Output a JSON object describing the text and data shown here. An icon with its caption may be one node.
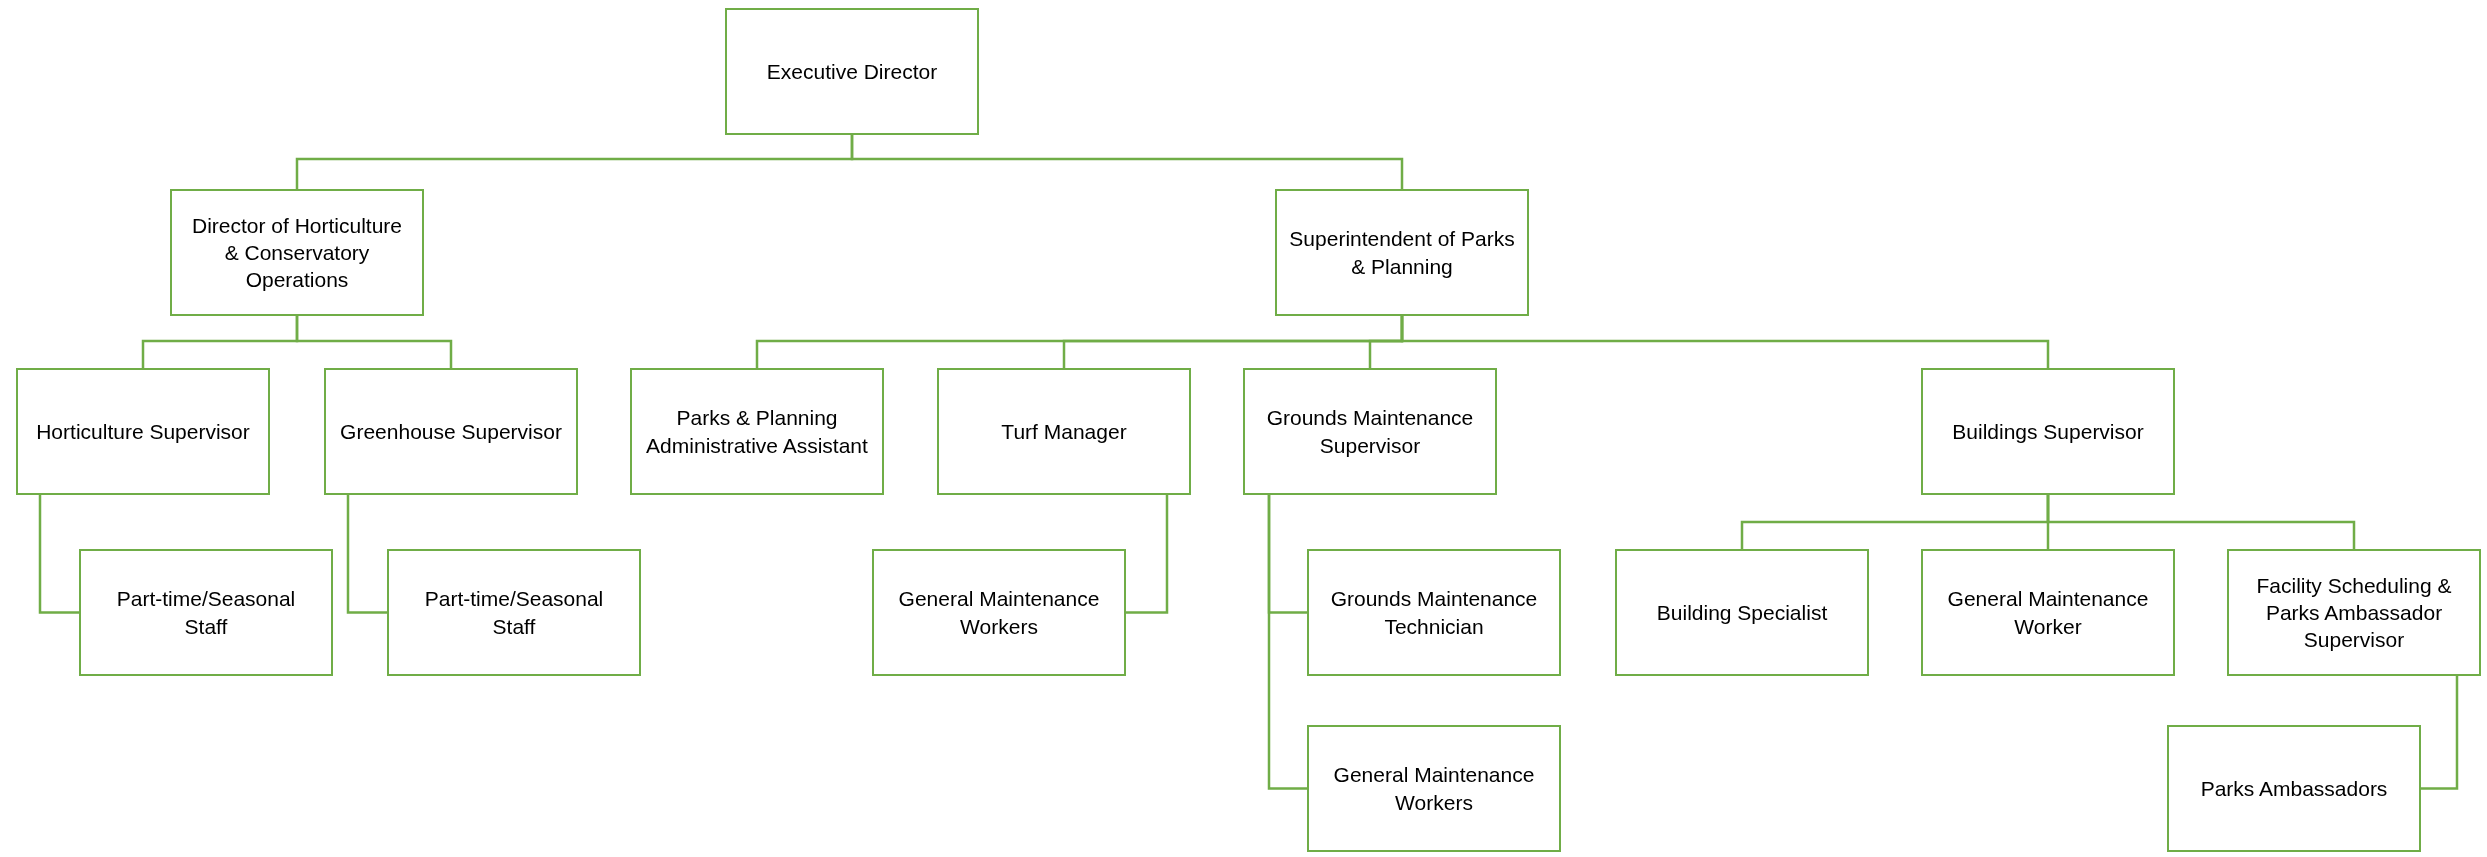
{
  "diagram": {
    "nodes": [
      {
        "text": [
          "Executive Director"
        ]
      },
      {
        "text": [
          "Director of Horticulture & Conservatory Operations"
        ]
      },
      {
        "text": [
          "Superintendent of Parks & Planning"
        ]
      },
      {
        "text": [
          "Horticulture Supervisor"
        ]
      },
      {
        "text": [
          "Greenhouse Supervisor"
        ]
      },
      {
        "text": [
          "Part-time/Seasonal Staff"
        ]
      },
      {
        "text": [
          "Part-time/Seasonal Staff"
        ]
      },
      {
        "text": [
          "Parks & Planning Administrative Assistant"
        ]
      },
      {
        "text": [
          "Turf Manager"
        ]
      },
      {
        "text": [
          "Grounds Maintenance Supervisor"
        ]
      },
      {
        "text": [
          "Buildings Supervisor"
        ]
      },
      {
        "text": [
          "General Maintenance Workers"
        ]
      },
      {
        "text": [
          "Grounds Maintenance Technician"
        ]
      },
      {
        "text": [
          "General Maintenance Workers"
        ]
      },
      {
        "text": [
          "Building Specialist"
        ]
      },
      {
        "text": [
          "General Maintenance Worker"
        ]
      },
      {
        "text": [
          "Facility Scheduling & Parks Ambassador Supervisor"
        ]
      },
      {
        "text": [
          "Parks Ambassadors"
        ]
      }
    ],
    "edges": [
      {
        "from": 0,
        "to": 1,
        "arrow": "none"
      },
      {
        "from": 0,
        "to": 2,
        "arrow": "none"
      },
      {
        "from": 1,
        "to": 3,
        "arrow": "none"
      },
      {
        "from": 1,
        "to": 4,
        "arrow": "none"
      },
      {
        "from": 3,
        "to": 5,
        "arrow": "none"
      },
      {
        "from": 4,
        "to": 6,
        "arrow": "none"
      },
      {
        "from": 2,
        "to": 7,
        "arrow": "none"
      },
      {
        "from": 2,
        "to": 8,
        "arrow": "none"
      },
      {
        "from": 2,
        "to": 9,
        "arrow": "none"
      },
      {
        "from": 2,
        "to": 10,
        "arrow": "none"
      },
      {
        "from": 8,
        "to": 11,
        "arrow": "none"
      },
      {
        "from": 9,
        "to": 12,
        "arrow": "none"
      },
      {
        "from": 9,
        "to": 13,
        "arrow": "none"
      },
      {
        "from": 10,
        "to": 14,
        "arrow": "none"
      },
      {
        "from": 10,
        "to": 15,
        "arrow": "none"
      },
      {
        "from": 10,
        "to": 16,
        "arrow": "none"
      },
      {
        "from": 16,
        "to": 17,
        "arrow": "none"
      }
    ]
  }
}
